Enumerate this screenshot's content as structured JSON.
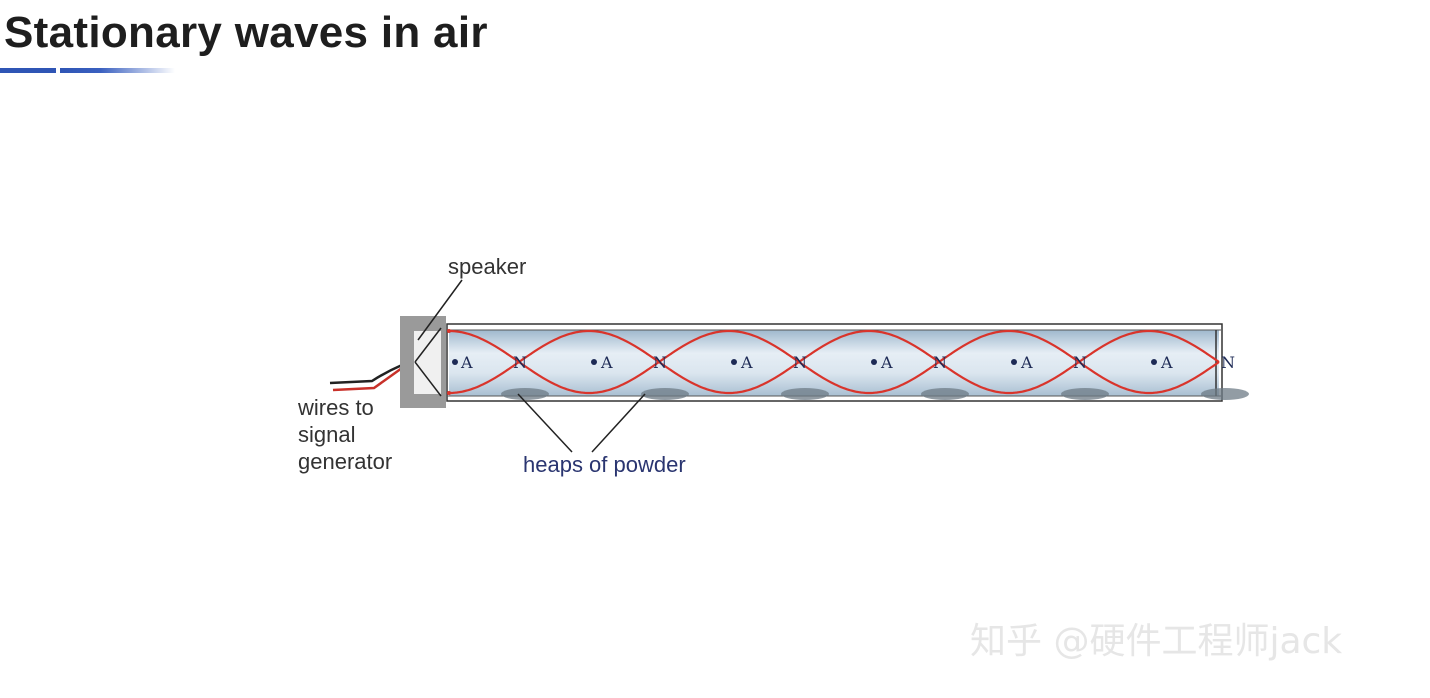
{
  "title": "Stationary waves in air",
  "diagram": {
    "labels": {
      "speaker": "speaker",
      "wires": [
        "wires to",
        "signal",
        "generator"
      ],
      "powder": "heaps of powder",
      "antinode": "A",
      "node": "N"
    },
    "node_count": 6,
    "antinode_count": 6,
    "colors": {
      "wave": "#d9342b",
      "tube_fill": "#cdddea",
      "speaker": "#9a9a9a",
      "title_accent": "#2f55b5"
    }
  },
  "watermark": "知乎 @硬件工程师jack"
}
